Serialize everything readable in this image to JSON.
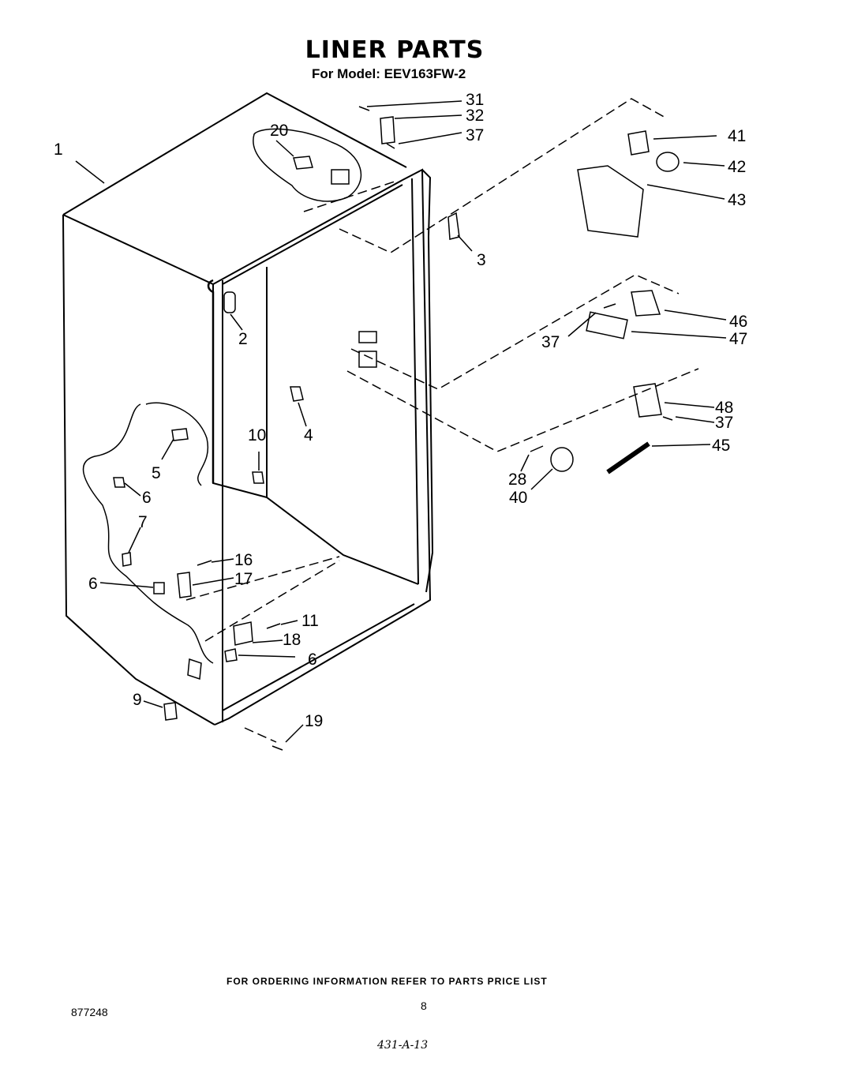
{
  "title": "LINER PARTS",
  "subtitle": "For Model: EEV163FW-2",
  "callouts": [
    "1",
    "2",
    "3",
    "4",
    "5",
    "6",
    "6",
    "6",
    "7",
    "9",
    "10",
    "11",
    "16",
    "17",
    "18",
    "19",
    "20",
    "28",
    "31",
    "32",
    "37",
    "37",
    "37",
    "40",
    "41",
    "42",
    "43",
    "45",
    "46",
    "47",
    "48"
  ],
  "footer": {
    "ordering_note": "FOR ORDERING INFORMATION REFER TO PARTS PRICE LIST",
    "page_number": "8",
    "doc_code": "877248",
    "handwritten": "431-A-13"
  }
}
